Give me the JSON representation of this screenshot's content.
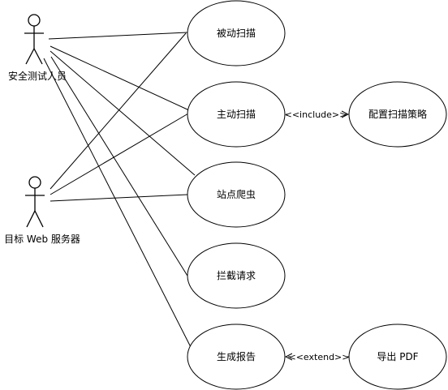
{
  "actors": [
    {
      "id": "tester",
      "label": "安全测试人员"
    },
    {
      "id": "server",
      "label": "目标 Web 服务器"
    }
  ],
  "use_cases": [
    {
      "id": "passive-scan",
      "label": "被动扫描"
    },
    {
      "id": "active-scan",
      "label": "主动扫描"
    },
    {
      "id": "site-crawler",
      "label": "站点爬虫"
    },
    {
      "id": "intercept-request",
      "label": "拦截请求"
    },
    {
      "id": "generate-report",
      "label": "生成报告"
    },
    {
      "id": "configure-scan-policy",
      "label": "配置扫描策略"
    },
    {
      "id": "export-pdf",
      "label": "导出 PDF"
    }
  ],
  "relationships": [
    {
      "type": "include",
      "label": "<<include>>"
    },
    {
      "type": "extend",
      "label": "<<extend>>"
    }
  ]
}
